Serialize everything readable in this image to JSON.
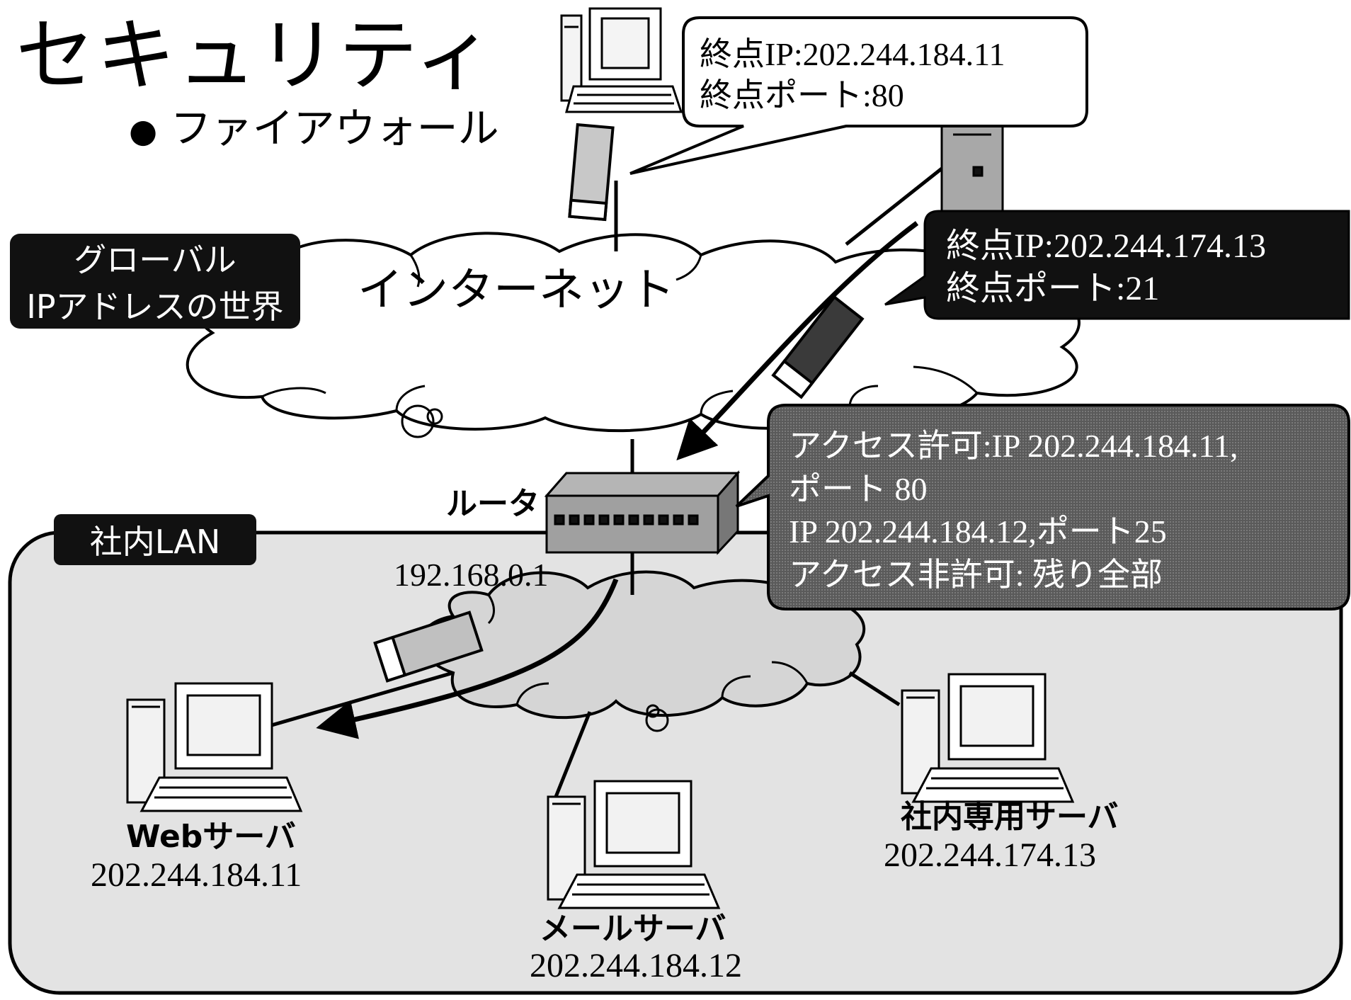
{
  "title": "セキュリティ",
  "subtitle": "ファイアウォール",
  "labels": {
    "global_line1": "グローバル",
    "global_line2": "IPアドレスの世界",
    "internet": "インターネット",
    "lan": "社内LAN",
    "router": "ルータ",
    "router_ip": "192.168.0.1"
  },
  "callout_top": {
    "line1": "終点IP:202.244.184.11",
    "line2": "終点ポート:80"
  },
  "callout_dark": {
    "line1": "終点IP:202.244.174.13",
    "line2": "終点ポート:21"
  },
  "callout_rules": {
    "line1": "アクセス許可:IP 202.244.184.11,",
    "line2": "ポート 80",
    "line3": "IP 202.244.184.12,ポート25",
    "line4": "アクセス非許可: 残り全部"
  },
  "servers": {
    "web_name": "Webサーバ",
    "web_ip": "202.244.184.11",
    "mail_name": "メールサーバ",
    "mail_ip": "202.244.184.12",
    "internal_name": "社内専用サーバ",
    "internal_ip": "202.244.174.13"
  }
}
